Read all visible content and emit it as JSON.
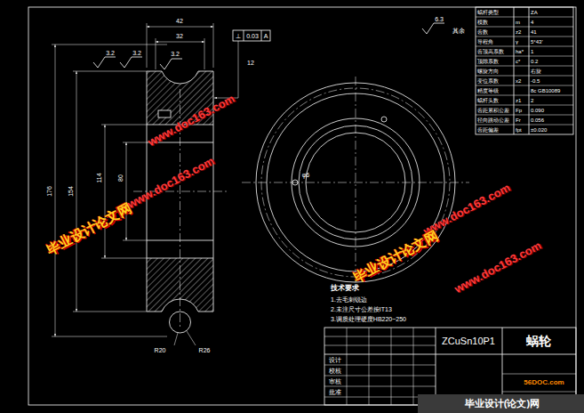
{
  "diagram": {
    "labels": [
      "42",
      "32",
      "3.2",
      "3.2",
      "3.2",
      "12",
      "⊥",
      "0.03",
      "A",
      "176",
      "154",
      "114",
      "80",
      "R20",
      "R26",
      "φ6",
      "6.3",
      "其余",
      "蜗杆类型",
      "ZA",
      "模数",
      "m",
      "4",
      "齿数",
      "z2",
      "41",
      "导程角",
      "γ",
      "5°43′",
      "齿顶高系数",
      "ha*",
      "1",
      "顶隙系数",
      "c*",
      "0.2",
      "螺旋方向",
      "右旋",
      "变位系数",
      "x2",
      "-0.5",
      "精度等级",
      "8c GB10089",
      "蜗杆头数",
      "z1",
      "2",
      "齿距累积公差",
      "Fp",
      "0.090",
      "径向跳动公差",
      "Fr",
      "0.056",
      "齿距偏差",
      "fpt",
      "±0.020",
      "技术要求",
      "1.去毛刺锐边",
      "2.未注尺寸公差按IT13",
      "3.调质处理硬度HB220~250",
      "ZCuSn10P1",
      "蜗轮",
      "设计",
      "校核",
      "审核",
      "批准",
      "毕业设计论文网",
      "www.doc163.com",
      "www.doc163.com",
      "www.doc163.com",
      "毕业设计论文网",
      "www.doc163.com",
      "毕业设计(论文)网",
      "56DOC.com"
    ]
  }
}
